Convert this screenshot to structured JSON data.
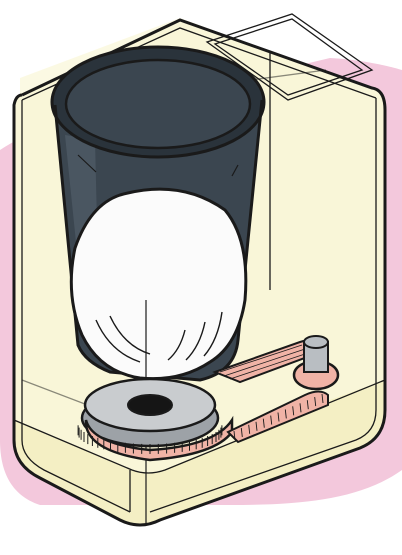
{
  "illustration": {
    "subject": "",
    "colors": {
      "background_glow": "#f3c8dc",
      "housing_fill": "#f9f6d8",
      "housing_top": "#fbf9e3",
      "housing_base": "#f4efc4",
      "outline": "#1a1a1a",
      "drum_dark": "#3b4650",
      "drum_mid": "#4a5661",
      "drum_rim": "#2a333b",
      "lining_white": "#fbfbfb",
      "platter_gray": "#c9cccf",
      "platter_shadow": "#9da2a7",
      "hub_black": "#151515",
      "belt_pink": "#f0b3a6",
      "belt_teeth": "#e0958a",
      "motor_gray": "#b9bec2"
    },
    "parts": [
      "housing",
      "drum",
      "liner",
      "turntable",
      "drive-belt",
      "motor-pulley"
    ]
  }
}
